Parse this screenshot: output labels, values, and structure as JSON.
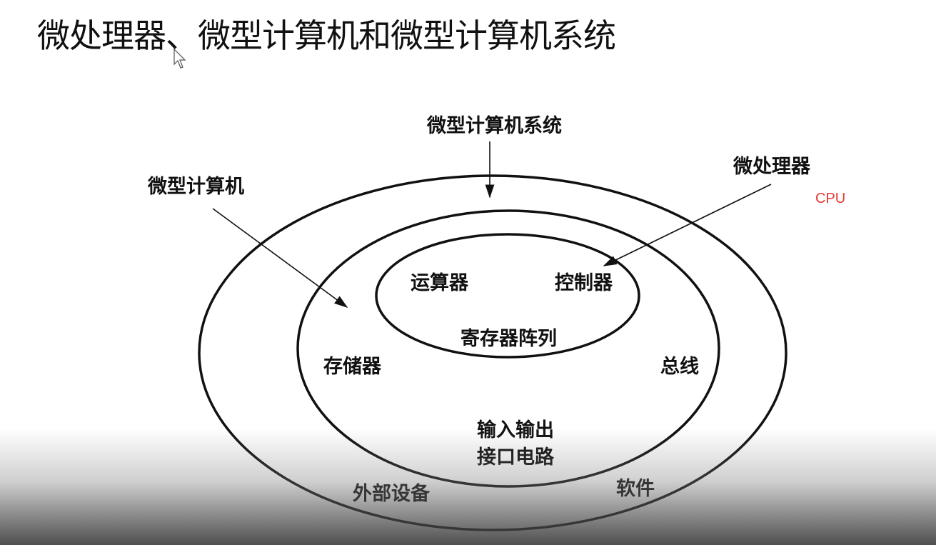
{
  "slide": {
    "title": "微处理器、微型计算机和微型计算机系统"
  },
  "diagram": {
    "labels": {
      "system": "微型计算机系统",
      "microcomputer": "微型计算机",
      "microprocessor": "微处理器",
      "cpu": "CPU",
      "alu": "运算器",
      "controller": "控制器",
      "registers": "寄存器阵列",
      "memory": "存储器",
      "bus": "总线",
      "io_line1": "输入输出",
      "io_line2": "接口电路",
      "peripherals": "外部设备",
      "software": "软件"
    },
    "annotation_color": "#e53935"
  }
}
